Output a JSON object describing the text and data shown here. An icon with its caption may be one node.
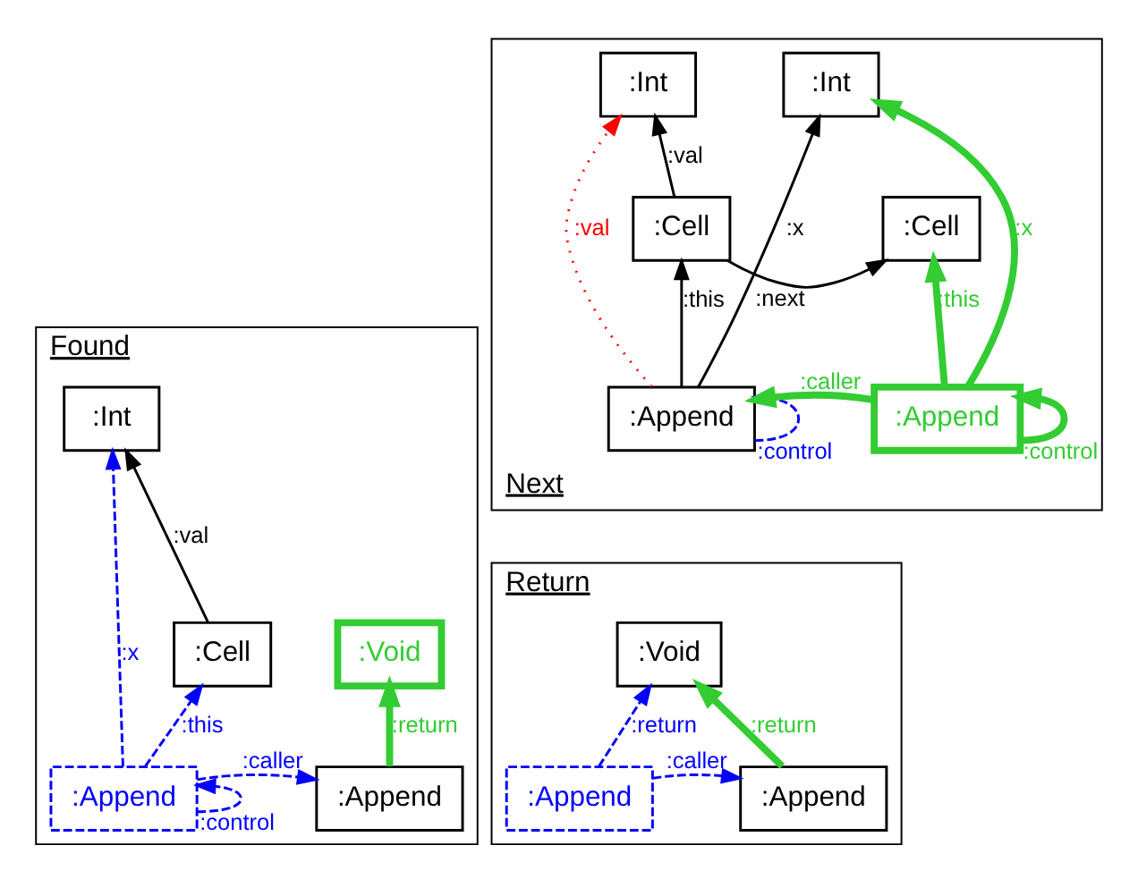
{
  "diagram": {
    "nodes": [
      {
        "text": [
          "Next"
        ]
      },
      {
        "text": [
          ":Cell"
        ],
        "in": 0
      },
      {
        "text": [
          ":Cell"
        ],
        "in": 0
      },
      {
        "text": [
          ":Int"
        ],
        "in": 0
      },
      {
        "text": [
          ":Int"
        ],
        "in": 0
      },
      {
        "text": [
          ":Append"
        ],
        "in": 0
      },
      {
        "text": [
          ":Append"
        ],
        "in": 0
      },
      {
        "text": [
          "Found"
        ]
      },
      {
        "text": [
          ":Void"
        ],
        "in": 7
      },
      {
        "text": [
          ":Cell"
        ],
        "in": 7
      },
      {
        "text": [
          ":Int"
        ],
        "in": 7
      },
      {
        "text": [
          ":Append"
        ],
        "in": 7
      },
      {
        "text": [
          ":Append"
        ],
        "in": 7
      },
      {
        "text": [
          "Return"
        ]
      },
      {
        "text": [
          ":Void"
        ],
        "in": 13
      },
      {
        "text": [
          ":Append"
        ],
        "in": 13
      },
      {
        "text": [
          ":Append"
        ],
        "in": 13
      }
    ],
    "edges": [
      {
        "from": 1,
        "to": 2,
        "arrow": "to",
        "label": ":next",
        "color": "#000000"
      },
      {
        "from": 1,
        "to": 3,
        "arrow": "to",
        "label": ":val",
        "color": "#000000"
      },
      {
        "from": 5,
        "to": 1,
        "arrow": "to",
        "label": ":this",
        "color": "#000000"
      },
      {
        "from": 5,
        "to": 4,
        "arrow": "to",
        "label": ":x",
        "color": "#000000"
      },
      {
        "from": 5,
        "to": 3,
        "arrow": "to",
        "label": ":val",
        "style": "dashed",
        "color": "#ff0000"
      },
      {
        "from": 5,
        "to": 5,
        "arrow": "to",
        "label": ":control",
        "style": "dashed",
        "color": "#0000ff"
      },
      {
        "from": 6,
        "to": 5,
        "arrow": "to",
        "label": ":caller",
        "style": "thick",
        "color": "#33cc33"
      },
      {
        "from": 6,
        "to": 4,
        "arrow": "to",
        "label": ":x",
        "style": "thick",
        "color": "#33cc33"
      },
      {
        "from": 6,
        "to": 2,
        "arrow": "to",
        "label": ":this",
        "style": "thick",
        "color": "#33cc33"
      },
      {
        "from": 6,
        "to": 6,
        "arrow": "to",
        "label": ":control",
        "style": "thick",
        "color": "#33cc33"
      },
      {
        "from": 11,
        "to": 8,
        "arrow": "to",
        "label": ":return",
        "style": "thick",
        "color": "#33cc33"
      },
      {
        "from": 9,
        "to": 10,
        "arrow": "to",
        "label": ":val",
        "color": "#000000"
      },
      {
        "from": 12,
        "to": 9,
        "arrow": "to",
        "label": ":this",
        "style": "dashed",
        "color": "#0000ff"
      },
      {
        "from": 12,
        "to": 10,
        "arrow": "to",
        "label": ":x",
        "style": "dashed",
        "color": "#0000ff"
      },
      {
        "from": 12,
        "to": 11,
        "arrow": "to",
        "label": ":caller",
        "style": "dashed",
        "color": "#0000ff"
      },
      {
        "from": 12,
        "to": 12,
        "arrow": "to",
        "label": ":control",
        "style": "dashed",
        "color": "#0000ff"
      },
      {
        "from": 15,
        "to": 14,
        "arrow": "to",
        "label": ":return",
        "style": "thick",
        "color": "#33cc33"
      },
      {
        "from": 16,
        "to": 14,
        "arrow": "to",
        "label": ":return",
        "style": "dashed",
        "color": "#0000ff"
      },
      {
        "from": 16,
        "to": 15,
        "arrow": "to",
        "label": ":caller",
        "style": "dashed",
        "color": "#0000ff"
      }
    ]
  }
}
